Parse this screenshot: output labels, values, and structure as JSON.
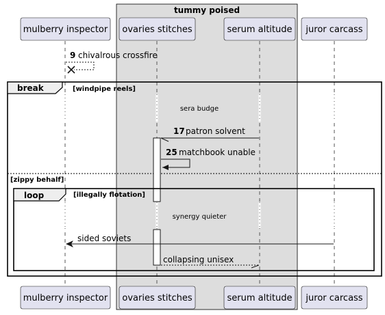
{
  "box": {
    "title": "tummy poised"
  },
  "participants": [
    {
      "id": "mulberry",
      "label": "mulberry inspector"
    },
    {
      "id": "ovaries",
      "label": "ovaries stitches"
    },
    {
      "id": "serum",
      "label": "serum altitude"
    },
    {
      "id": "juror",
      "label": "juror carcass"
    }
  ],
  "messages": [
    {
      "seq": "9",
      "text": "chivalrous crossfire"
    },
    {
      "seq": "17",
      "text": "patron solvent"
    },
    {
      "seq": "25",
      "text": "matchbook unable"
    },
    {
      "seq": "",
      "text": "sided soviets"
    },
    {
      "seq": "",
      "text": "collapsing unisex"
    }
  ],
  "delays": [
    {
      "text": "sera budge"
    },
    {
      "text": "synergy quieter"
    }
  ],
  "fragments": {
    "break": {
      "keyword": "break",
      "guard": "[windpipe reels]",
      "else_guard": "[zippy behalf]"
    },
    "loop": {
      "keyword": "loop",
      "guard": "[illegally flotation]"
    }
  }
}
